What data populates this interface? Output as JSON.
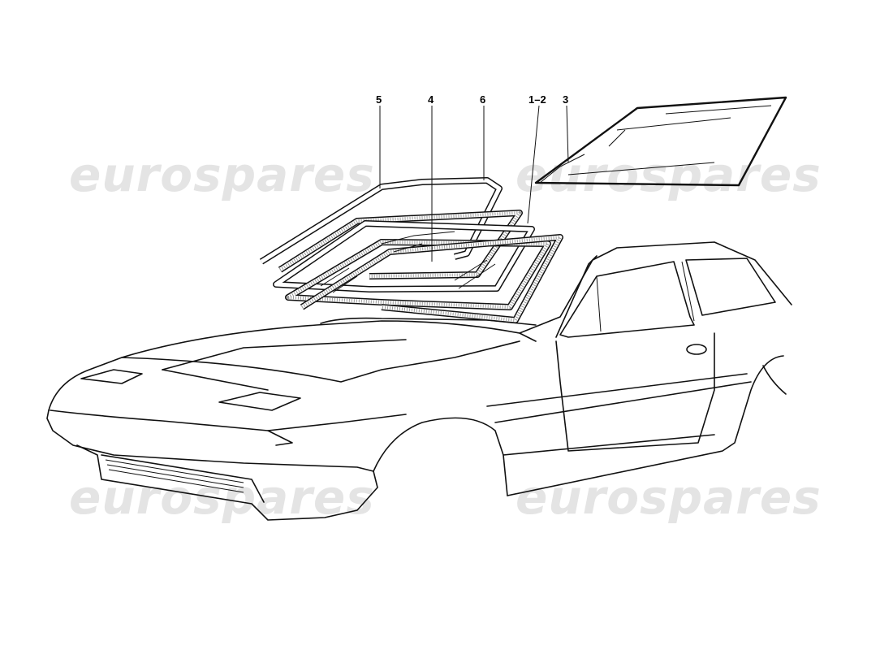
{
  "watermark": {
    "text": "eurospares",
    "color": "#e4e4e4"
  },
  "callouts": [
    {
      "id": "5",
      "label": "5"
    },
    {
      "id": "4",
      "label": "4"
    },
    {
      "id": "6",
      "label": "6"
    },
    {
      "id": "1-2",
      "label": "1–2"
    },
    {
      "id": "3",
      "label": "3"
    }
  ],
  "colors": {
    "line": "#111111",
    "background": "#ffffff"
  }
}
